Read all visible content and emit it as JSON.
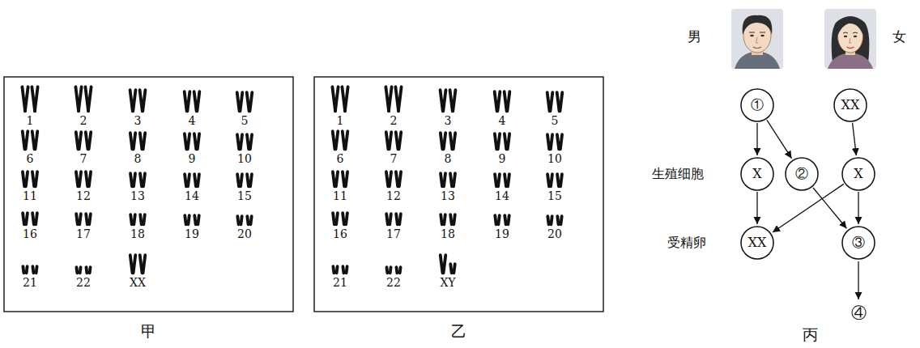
{
  "diagram": {
    "nodes": [
      {
        "text": [
          "①"
        ]
      },
      {
        "text": [
          "XX"
        ]
      },
      {
        "text": [
          "X"
        ]
      },
      {
        "text": [
          "②"
        ]
      },
      {
        "text": [
          "X"
        ]
      },
      {
        "text": [
          "XX"
        ]
      },
      {
        "text": [
          "③"
        ]
      }
    ],
    "edges": [
      {
        "from": 0,
        "to": 2,
        "arrow": "to"
      },
      {
        "from": 0,
        "to": 3,
        "arrow": "to"
      },
      {
        "from": 1,
        "to": 4,
        "arrow": "to"
      },
      {
        "from": 2,
        "to": 5,
        "arrow": "to"
      },
      {
        "from": 4,
        "to": 5,
        "arrow": "to"
      },
      {
        "from": 3,
        "to": 6,
        "arrow": "to"
      },
      {
        "from": 4,
        "to": 6,
        "arrow": "to"
      }
    ],
    "labels": [
      "1",
      "2",
      "3",
      "4",
      "5",
      "6",
      "7",
      "8",
      "9",
      "10",
      "11",
      "12",
      "13",
      "14",
      "15",
      "16",
      "17",
      "18",
      "19",
      "20",
      "21",
      "22",
      "XX",
      "甲",
      "1",
      "2",
      "3",
      "4",
      "5",
      "6",
      "7",
      "8",
      "9",
      "10",
      "11",
      "12",
      "13",
      "14",
      "15",
      "16",
      "17",
      "18",
      "19",
      "20",
      "21",
      "22",
      "XY",
      "乙",
      "男",
      "女",
      "生殖细胞",
      "受精卵",
      "④",
      "丙"
    ]
  }
}
